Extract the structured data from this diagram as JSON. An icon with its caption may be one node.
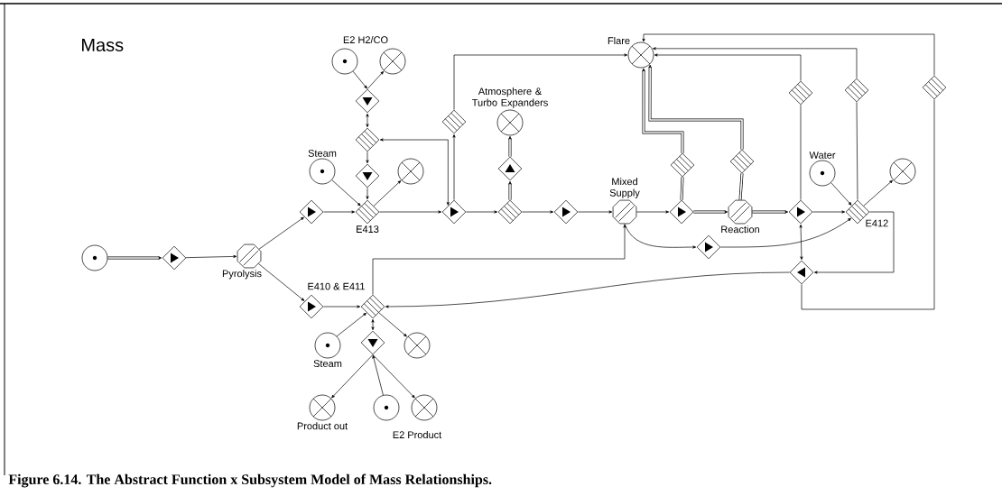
{
  "diagram": {
    "caption": "Figure 6.14. The Abstract Function x Subsystem Model of Mass Relationships.",
    "nodes": [
      {
        "text": [],
        "shape": "circle"
      },
      {
        "text": [],
        "shape": "diamond"
      },
      {
        "text": [
          "Pyrolysis"
        ]
      },
      {
        "text": [],
        "shape": "diamond"
      },
      {
        "text": [
          "E413"
        ]
      },
      {
        "text": [
          "Steam"
        ]
      },
      {
        "text": [],
        "shape": "circle"
      },
      {
        "text": [],
        "shape": "diamond"
      },
      {
        "text": [],
        "shape": "diamond"
      },
      {
        "text": [],
        "shape": "diamond"
      },
      {
        "text": [],
        "shape": "circle"
      },
      {
        "text": [],
        "shape": "circle"
      },
      {
        "text": [],
        "shape": "diamond"
      },
      {
        "text": [],
        "shape": "diamond"
      },
      {
        "text": [],
        "shape": "diamond"
      },
      {
        "text": [],
        "shape": "diamond"
      },
      {
        "text": [
          "Atmosphere & Turbo Expanders"
        ]
      },
      {
        "text": [],
        "shape": "diamond"
      },
      {
        "text": [
          "Mixed Supply"
        ]
      },
      {
        "text": [
          "Flare"
        ]
      },
      {
        "text": [],
        "shape": "diamond"
      },
      {
        "text": [],
        "shape": "diamond"
      },
      {
        "text": [
          "Reaction"
        ]
      },
      {
        "text": [],
        "shape": "diamond"
      },
      {
        "text": [],
        "shape": "diamond"
      },
      {
        "text": [],
        "shape": "diamond"
      },
      {
        "text": [
          "Water"
        ]
      },
      {
        "text": [
          "E412"
        ]
      },
      {
        "text": [],
        "shape": "diamond"
      },
      {
        "text": [],
        "shape": "circle"
      },
      {
        "text": [],
        "shape": "diamond"
      },
      {
        "text": [],
        "shape": "diamond"
      },
      {
        "text": [],
        "shape": "diamond"
      },
      {
        "text": [],
        "shape": "diamond"
      },
      {
        "text": [
          "E410 & E411"
        ]
      },
      {
        "text": [
          "Steam"
        ]
      },
      {
        "text": [],
        "shape": "diamond"
      },
      {
        "text": [],
        "shape": "circle"
      },
      {
        "text": [
          "Product out"
        ]
      },
      {
        "text": [],
        "shape": "circle"
      },
      {
        "text": [],
        "shape": "circle"
      }
    ],
    "edges": [
      {
        "from": 0,
        "to": 1,
        "arrow": "to",
        "style": "thick"
      },
      {
        "from": 1,
        "to": 2,
        "arrow": "to"
      },
      {
        "from": 2,
        "to": 3,
        "arrow": "to"
      },
      {
        "from": 3,
        "to": 4,
        "arrow": "to"
      },
      {
        "from": 5,
        "to": 4,
        "arrow": "to"
      },
      {
        "from": 4,
        "to": 6,
        "arrow": "to"
      },
      {
        "from": 7,
        "to": 4,
        "arrow": "to"
      },
      {
        "from": 8,
        "to": 7,
        "arrow": "to"
      },
      {
        "from": 9,
        "to": 8,
        "arrow": "both"
      },
      {
        "from": 10,
        "to": 9,
        "arrow": "to"
      },
      {
        "from": 9,
        "to": 11,
        "arrow": "to"
      },
      {
        "from": 4,
        "to": 12,
        "arrow": "to"
      },
      {
        "from": 12,
        "to": 8,
        "arrow": "both"
      },
      {
        "from": 12,
        "to": 13,
        "arrow": "to"
      },
      {
        "from": 13,
        "to": 19,
        "arrow": "to"
      },
      {
        "from": 12,
        "to": 14,
        "arrow": "to"
      },
      {
        "from": 14,
        "to": 15,
        "arrow": "to",
        "style": "thick"
      },
      {
        "from": 15,
        "to": 16,
        "arrow": "to",
        "style": "thick"
      },
      {
        "from": 14,
        "to": 17,
        "arrow": "to"
      },
      {
        "from": 17,
        "to": 18,
        "arrow": "to"
      },
      {
        "from": 18,
        "to": 20,
        "arrow": "to"
      },
      {
        "from": 20,
        "to": 21,
        "arrow": "none",
        "style": "thick"
      },
      {
        "from": 21,
        "to": 19,
        "arrow": "to",
        "style": "thick"
      },
      {
        "from": 20,
        "to": 22,
        "arrow": "to",
        "style": "thick"
      },
      {
        "from": 22,
        "to": 23,
        "arrow": "none",
        "style": "thick"
      },
      {
        "from": 23,
        "to": 19,
        "arrow": "to",
        "style": "thick"
      },
      {
        "from": 22,
        "to": 24,
        "arrow": "to",
        "style": "thick"
      },
      {
        "from": 24,
        "to": 25,
        "arrow": "none"
      },
      {
        "from": 25,
        "to": 19,
        "arrow": "to"
      },
      {
        "from": 24,
        "to": 27,
        "arrow": "to"
      },
      {
        "from": 26,
        "to": 27,
        "arrow": "to"
      },
      {
        "from": 27,
        "to": 29,
        "arrow": "to"
      },
      {
        "from": 27,
        "to": 28,
        "arrow": "none"
      },
      {
        "from": 28,
        "to": 19,
        "arrow": "to"
      },
      {
        "from": 30,
        "to": 19,
        "arrow": "to"
      },
      {
        "from": 27,
        "to": 32,
        "arrow": "to"
      },
      {
        "from": 32,
        "to": 30,
        "arrow": "none"
      },
      {
        "from": 24,
        "to": 32,
        "arrow": "both"
      },
      {
        "from": 18,
        "to": 31,
        "arrow": "to"
      },
      {
        "from": 31,
        "to": 27,
        "arrow": "to"
      },
      {
        "from": 34,
        "to": 18,
        "arrow": "to"
      },
      {
        "from": 32,
        "to": 34,
        "arrow": "to"
      },
      {
        "from": 2,
        "to": 33,
        "arrow": "to"
      },
      {
        "from": 33,
        "to": 34,
        "arrow": "to"
      },
      {
        "from": 35,
        "to": 34,
        "arrow": "to"
      },
      {
        "from": 34,
        "to": 37,
        "arrow": "to"
      },
      {
        "from": 34,
        "to": 36,
        "arrow": "both"
      },
      {
        "from": 36,
        "to": 38,
        "arrow": "to"
      },
      {
        "from": 39,
        "to": 36,
        "arrow": "to"
      },
      {
        "from": 36,
        "to": 40,
        "arrow": "to"
      }
    ],
    "labels": [
      "Mass",
      "E2 H2/CO",
      "E2 Product"
    ]
  }
}
